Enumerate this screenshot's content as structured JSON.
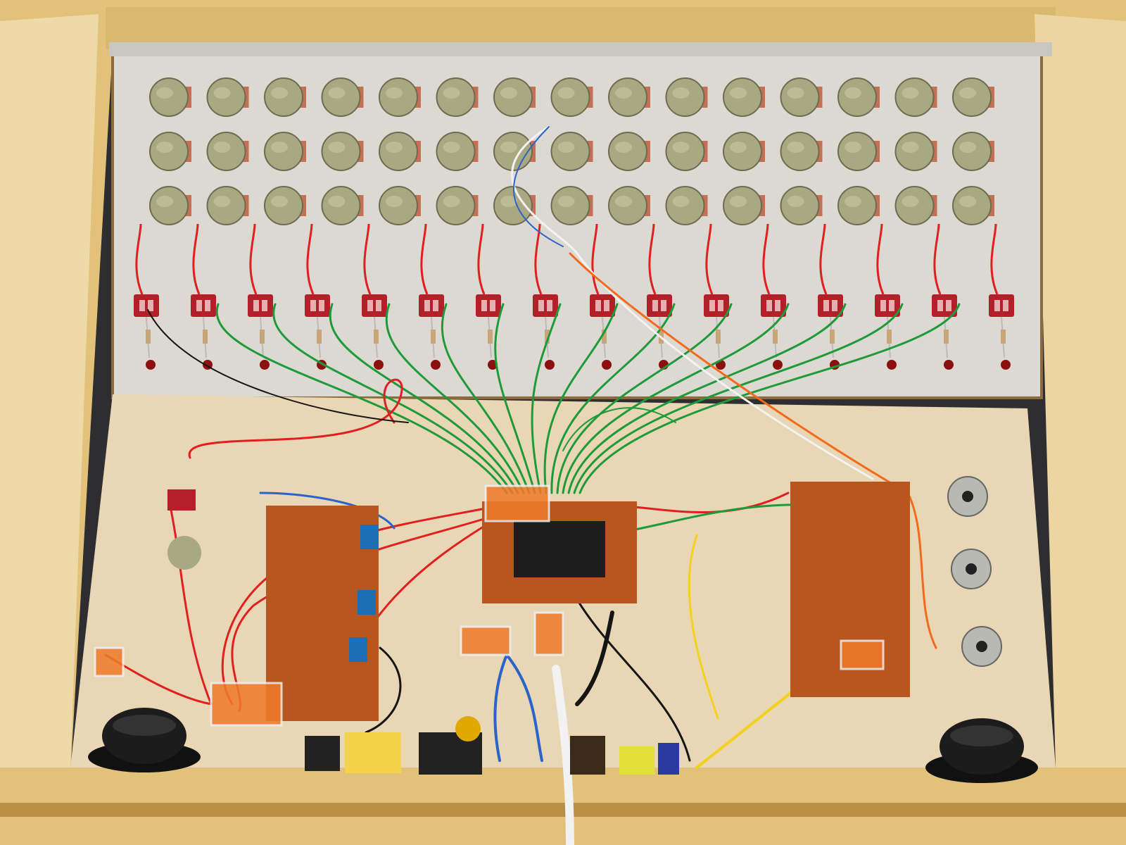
{
  "scene": {
    "subject": "sequencer-enclosure-interior",
    "pot_rows": 3,
    "pots_per_row": 15,
    "switch_count": 16,
    "led_count": 16,
    "boards": 3,
    "speakers": 2,
    "output_pots": 3
  },
  "colors": {
    "wood_frame": "#e2c27a",
    "wood_frame_dark": "#b98f45",
    "panel": "#dcd9d3",
    "floor": "#e8d6b4",
    "pot_body": "#a9a981",
    "switch": "#b3202a",
    "led": "#8c1010",
    "pcb": "#b8561f",
    "wire_green": "#1f9a3a",
    "wire_red": "#e02020",
    "wire_orange": "#f26b1d",
    "wire_yellow": "#f2d21a",
    "wire_blue": "#2a63c9",
    "wire_black": "#151515",
    "wire_white": "#f2f2f2",
    "speaker": "#1c1c1c",
    "connector": "#f07a2a"
  }
}
